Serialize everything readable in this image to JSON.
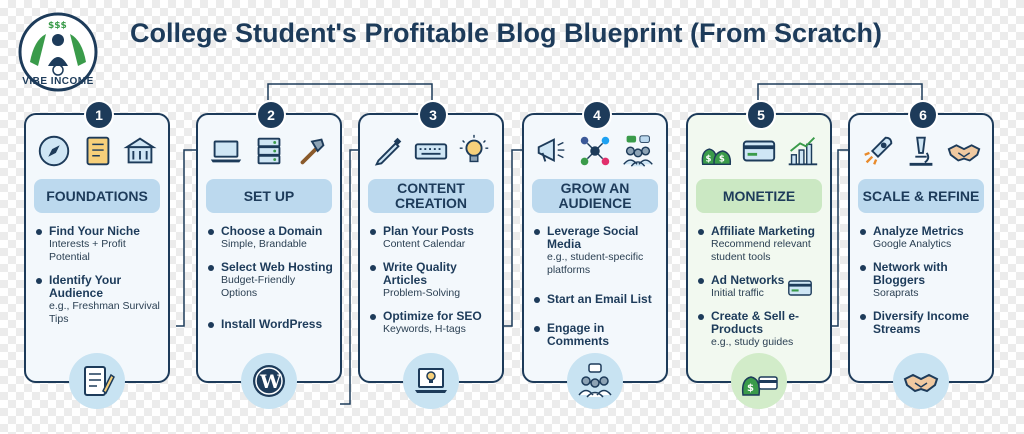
{
  "title": "College Student's Profitable Blog Blueprint (From Scratch)",
  "logo": {
    "text": "VIBE INCOME"
  },
  "colors": {
    "navy": "#1d3b5a",
    "blue_band": "#bcd9ee",
    "green_band": "#cbe8c3",
    "accent_green": "#3a9b4a"
  },
  "steps": [
    {
      "number": "1",
      "title": "FOUNDATIONS",
      "icons": [
        "compass-icon",
        "notebook-icon",
        "building-icon"
      ],
      "bottom_icon": "notepad-pen-icon",
      "items": [
        {
          "title": "Find Your Niche",
          "sub": "Interests + Profit Potential"
        },
        {
          "title": "Identify Your Audience",
          "sub": "e.g., Freshman Survival Tips"
        }
      ]
    },
    {
      "number": "2",
      "title": "SET UP",
      "icons": [
        "laptop-icon",
        "server-icon",
        "hammer-icon"
      ],
      "bottom_icon": "wordpress-icon",
      "items": [
        {
          "title": "Choose a Domain",
          "sub": "Simple, Brandable"
        },
        {
          "title": "Select Web Hosting",
          "sub": "Budget-Friendly Options"
        },
        {
          "title": "Install WordPress",
          "sub": ""
        }
      ]
    },
    {
      "number": "3",
      "title": "CONTENT CREATION",
      "icons": [
        "pen-icon",
        "keyboard-icon",
        "lightbulb-icon"
      ],
      "bottom_icon": "laptop-lightbulb-icon",
      "items": [
        {
          "title": "Plan Your Posts",
          "sub": "Content Calendar"
        },
        {
          "title": "Write Quality Articles",
          "sub": "Problem-Solving"
        },
        {
          "title": "Optimize for SEO",
          "sub": "Keywords, H-tags"
        }
      ]
    },
    {
      "number": "4",
      "title": "GROW AN AUDIENCE",
      "icons": [
        "megaphone-icon",
        "social-network-icon",
        "people-chat-icon"
      ],
      "bottom_icon": "community-icon",
      "items": [
        {
          "title": "Leverage Social Media",
          "sub": "e.g., student-specific platforms"
        },
        {
          "title": "Start an Email List",
          "sub": ""
        },
        {
          "title": "Engage in Comments",
          "sub": ""
        }
      ]
    },
    {
      "number": "5",
      "title": "MONETIZE",
      "icons": [
        "money-bags-icon",
        "credit-card-icon",
        "growth-chart-icon"
      ],
      "bottom_icon": "money-bag-card-icon",
      "items": [
        {
          "title": "Affiliate Marketing",
          "sub": "Recommend relevant student tools"
        },
        {
          "title": "Ad Networks",
          "sub": "Initial traffic"
        },
        {
          "title": "Create & Sell e-Products",
          "sub": "e.g., study guides"
        }
      ]
    },
    {
      "number": "6",
      "title": "SCALE & REFINE",
      "icons": [
        "rocket-icon",
        "microscope-icon",
        "handshake-icon"
      ],
      "bottom_icon": "handshake-icon",
      "items": [
        {
          "title": "Analyze Metrics",
          "sub": "Google Analytics"
        },
        {
          "title": "Network with Bloggers",
          "sub": "Soraprats"
        },
        {
          "title": "Diversify Income Streams",
          "sub": ""
        }
      ]
    }
  ]
}
